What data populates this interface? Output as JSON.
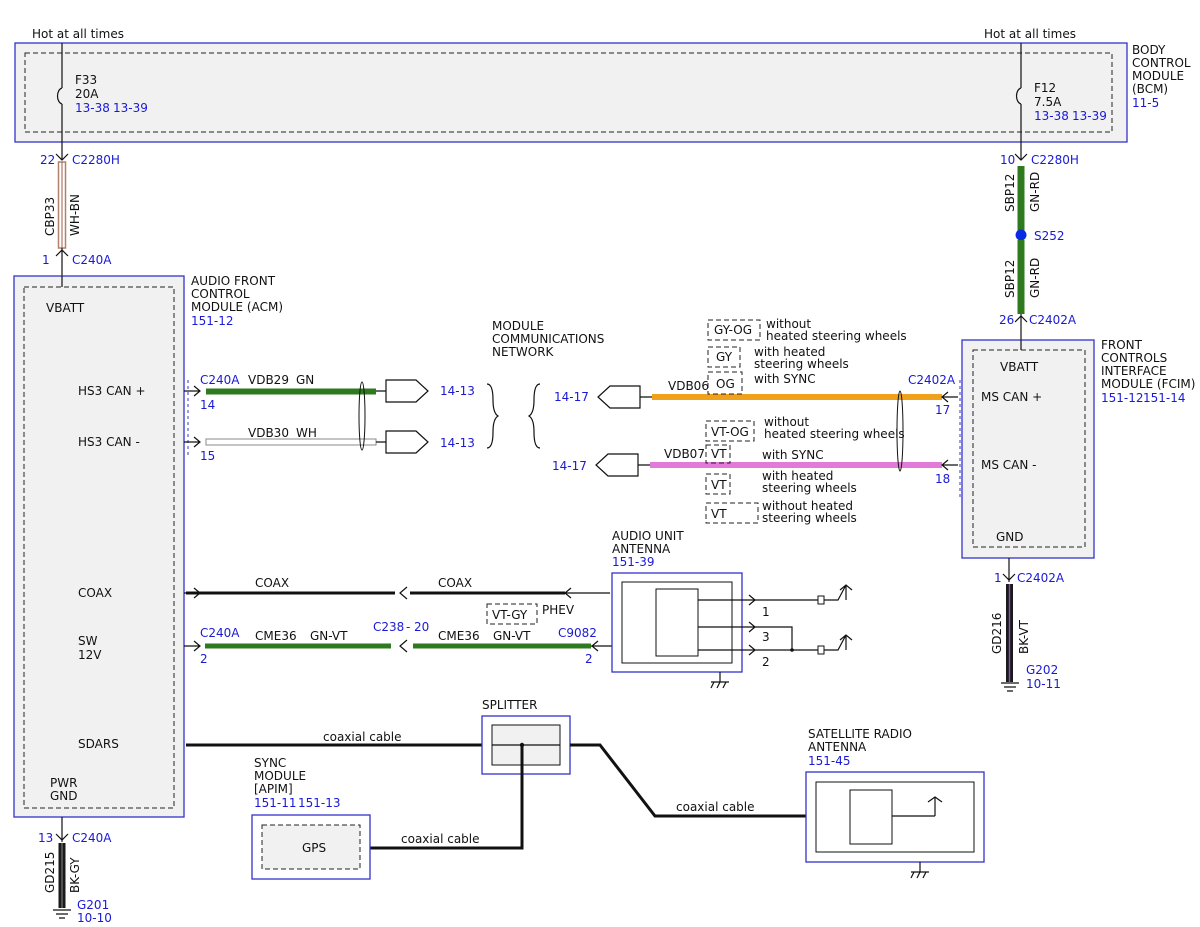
{
  "bcm": {
    "hot_left": "Hot at all times",
    "hot_right": "Hot at all times",
    "title": [
      "BODY",
      "CONTROL",
      "MODULE",
      "(BCM)"
    ],
    "ref": "11-5",
    "fuse_left": {
      "name": "F33",
      "rating": "20A",
      "ref1": "13-38",
      "ref2": "13-39"
    },
    "fuse_right": {
      "name": "F12",
      "rating": "7.5A",
      "ref1": "13-38",
      "ref2": "13-39"
    }
  },
  "connectors": {
    "left_top_pin": "22",
    "left_top": "C2280H",
    "left_wire_circuit": "CBP33",
    "left_wire_color": "WH-BN",
    "left_bottom_pin": "1",
    "left_bottom": "C240A",
    "right_top_pin": "10",
    "right_top": "C2280H",
    "right_wire1_circuit": "SBP12",
    "right_wire1_color": "GN-RD",
    "splice": "S252",
    "right_wire2_circuit": "SBP12",
    "right_wire2_color": "GN-RD",
    "right_bottom_pin": "26",
    "right_bottom": "C2402A"
  },
  "acm": {
    "title": [
      "AUDIO FRONT",
      "CONTROL",
      "MODULE (ACM)"
    ],
    "ref": "151-12",
    "vbatt": "VBATT",
    "hs3_plus": "HS3 CAN +",
    "hs3_minus": "HS3 CAN -",
    "coax": "COAX",
    "sw": "SW",
    "sw2": "12V",
    "sdars": "SDARS",
    "pwr": "PWR",
    "gnd": "GND"
  },
  "network": {
    "title": [
      "MODULE",
      "COMMUNICATIONS",
      "NETWORK"
    ],
    "conn": "C240A",
    "pin_plus": "14",
    "pin_minus": "15",
    "vdb29": "VDB29",
    "vdb29_color": "GN",
    "vdb30": "VDB30",
    "vdb30_color": "WH",
    "ref_plus": "14-13",
    "ref_minus": "14-13",
    "ref_right_plus": "14-17",
    "ref_right_minus": "14-17",
    "vdb06": "VDB06",
    "vdb07": "VDB07",
    "opt_plus": [
      {
        "code": "GY-OG",
        "desc": [
          "without",
          "heated steering wheels"
        ]
      },
      {
        "code": "GY",
        "desc": [
          "with heated",
          "steering wheels"
        ]
      },
      {
        "code": "OG",
        "desc": [
          "with SYNC"
        ]
      }
    ],
    "opt_minus": [
      {
        "code": "VT-OG",
        "desc": [
          "without",
          "heated steering wheels"
        ]
      },
      {
        "code": "VT",
        "desc": [
          "with SYNC"
        ]
      },
      {
        "code": "VT",
        "desc": [
          "with heated",
          "steering wheels"
        ]
      },
      {
        "code": "VT",
        "desc": [
          "without heated",
          "steering wheels"
        ]
      }
    ],
    "conn_right": "C2402A",
    "pin_right_plus": "17",
    "pin_right_minus": "18"
  },
  "fcim": {
    "title": [
      "FRONT",
      "CONTROLS",
      "INTERFACE",
      "MODULE (FCIM)"
    ],
    "ref1": "151-12",
    "ref2": "151-14",
    "vbatt": "VBATT",
    "ms_plus": "MS CAN +",
    "ms_minus": "MS CAN -",
    "gnd": "GND",
    "gnd_pin": "1",
    "gnd_conn": "C2402A",
    "gnd_circuit": "GD216",
    "gnd_color": "BK-VT",
    "ground": "G202",
    "ground_ref": "10-11"
  },
  "antenna": {
    "title": [
      "AUDIO UNIT",
      "ANTENNA"
    ],
    "ref": "151-39",
    "coax1": "COAX",
    "coax2": "COAX",
    "conn_left": "C240A",
    "pin_left": "2",
    "cme36_a": "CME36",
    "cme36_a_color": "GN-VT",
    "inline": "C238",
    "inline_pin": "20",
    "cme36_b": "CME36",
    "cme36_b_color": "GN-VT",
    "conn_right": "C9082",
    "pin_right": "2",
    "phev_code": "VT-GY",
    "phev": "PHEV",
    "pins": [
      "1",
      "3",
      "2"
    ]
  },
  "sdars_path": {
    "cable1": "coaxial cable",
    "cable2": "coaxial cable",
    "cable3": "coaxial cable",
    "splitter": "SPLITTER",
    "sync_title": [
      "SYNC",
      "MODULE",
      "[APIM]"
    ],
    "sync_ref1": "151-11",
    "sync_ref2": "151-13",
    "gps": "GPS",
    "sat_title": [
      "SATELLITE RADIO",
      "ANTENNA"
    ],
    "sat_ref": "151-45"
  },
  "acm_ground": {
    "pin": "13",
    "conn": "C240A",
    "circuit": "GD215",
    "color": "BK-GY",
    "ground": "G201",
    "ref": "10-10"
  },
  "colors": {
    "module_border": "#3333cc",
    "reference_text": "#1a1ad6",
    "wire_green": "#2f7a1f",
    "wire_orange": "#f0a11c",
    "wire_pink": "#e27ad8",
    "wire_white_brown": "#b0806a",
    "splice": "#0a2be0"
  }
}
